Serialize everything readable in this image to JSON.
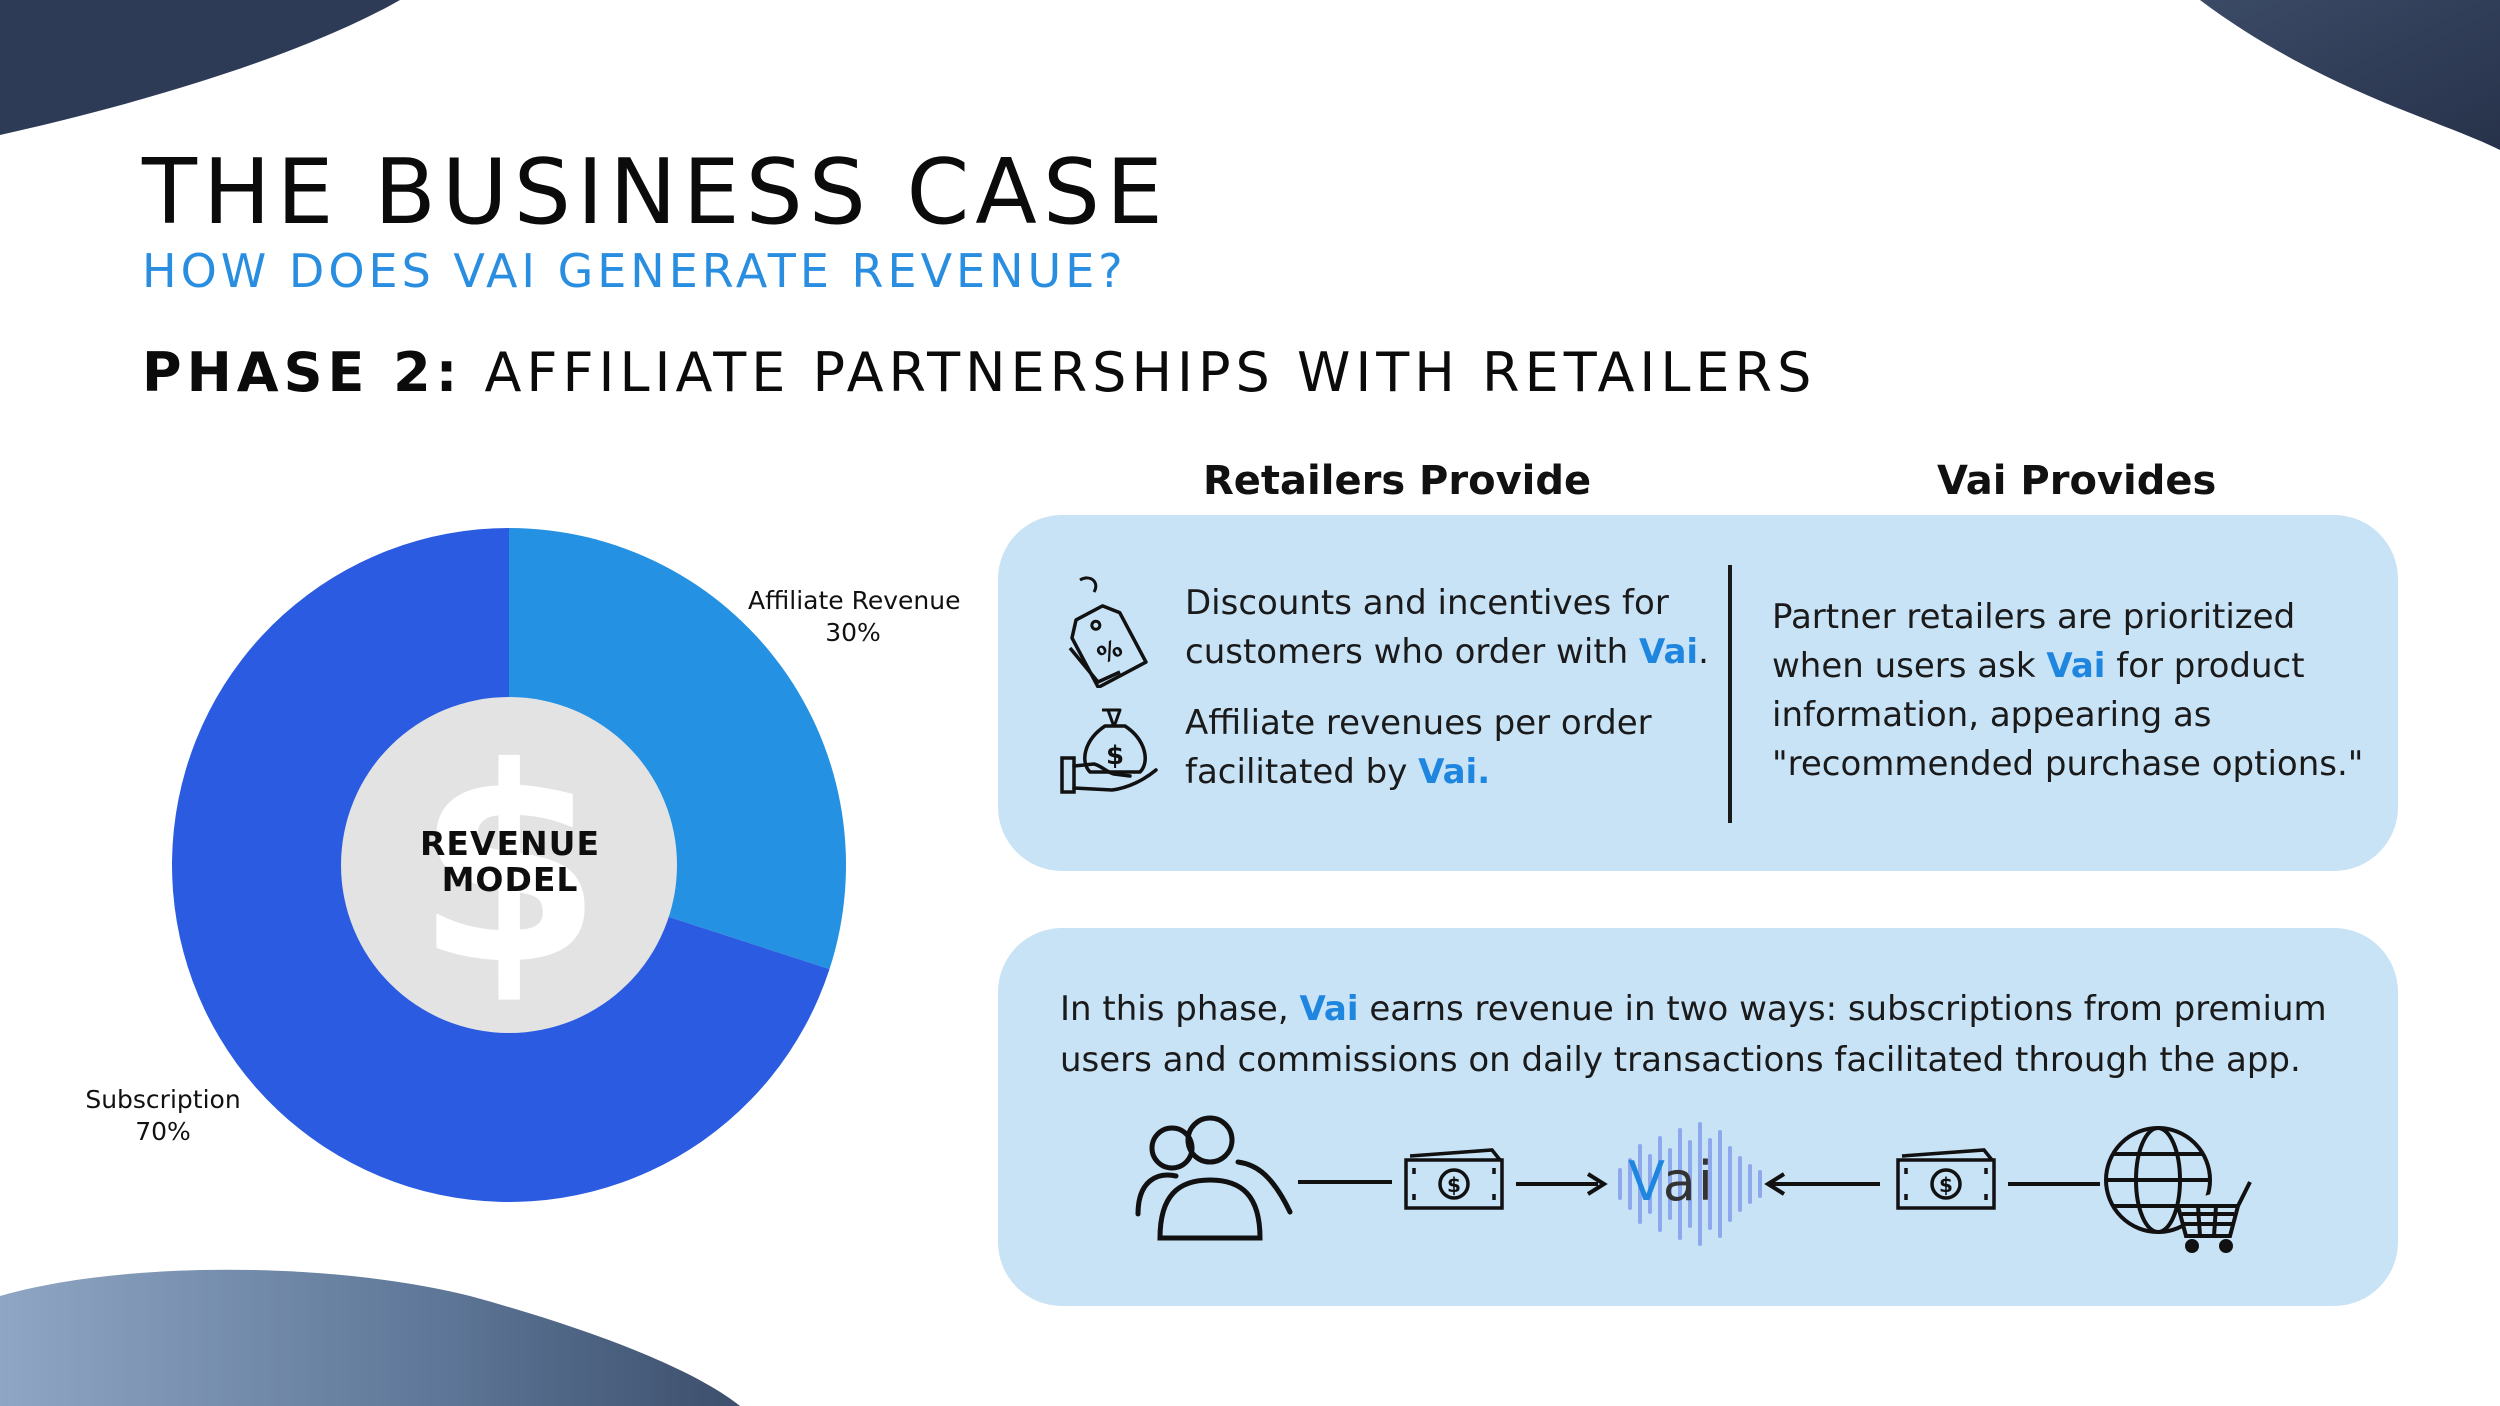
{
  "header": {
    "title": "THE BUSINESS CASE",
    "subtitle": "HOW DOES VAI GENERATE REVENUE?",
    "phase_prefix": "PHASE 2:",
    "phase_text": "AFFILIATE PARTNERSHIPS WITH RETAILERS"
  },
  "columns": {
    "retailers_heading": "Retailers Provide",
    "vai_heading": "Vai Provides"
  },
  "retailers": {
    "item1_line1": "Discounts and incentives for",
    "item1_line2_pre": "customers who order with ",
    "item1_vai": "Vai",
    "item1_end": ".",
    "item2_line1": "Affiliate revenues per order",
    "item2_line2_pre": "facilitated by ",
    "item2_vai": "Vai",
    "item2_end": "."
  },
  "vai_provides": {
    "line1": "Partner retailers are prioritized",
    "line2_pre": "when users ask ",
    "line2_vai": "Vai",
    "line2_post": " for product",
    "line3": "information, appearing as",
    "line4": "\"recommended purchase options.\""
  },
  "summary": {
    "line1_pre": "In this phase, ",
    "line1_vai": "Vai",
    "line1_post": " earns revenue in two ways: subscriptions from premium",
    "line2": "users and commissions on daily transactions facilitated through the app."
  },
  "flow": {
    "vai_v": "V",
    "vai_rest": "ai",
    "users_icon": "users-icon",
    "cash_icon": "cash-icon",
    "retail_icon": "globe-cart-icon"
  },
  "chart_data": {
    "type": "pie",
    "donut": true,
    "center_label_line1": "REVENUE",
    "center_label_line2": "MODEL",
    "slices": [
      {
        "name": "Affiliate Revenue",
        "value": 30,
        "label": "30%",
        "color": "#2591e2"
      },
      {
        "name": "Subscription",
        "value": 70,
        "label": "70%",
        "color": "#2b5be0"
      }
    ]
  },
  "colors": {
    "accent": "#2a8ee0",
    "card_bg": "#c8e2f6",
    "dark_blob": "#2c3a55"
  }
}
